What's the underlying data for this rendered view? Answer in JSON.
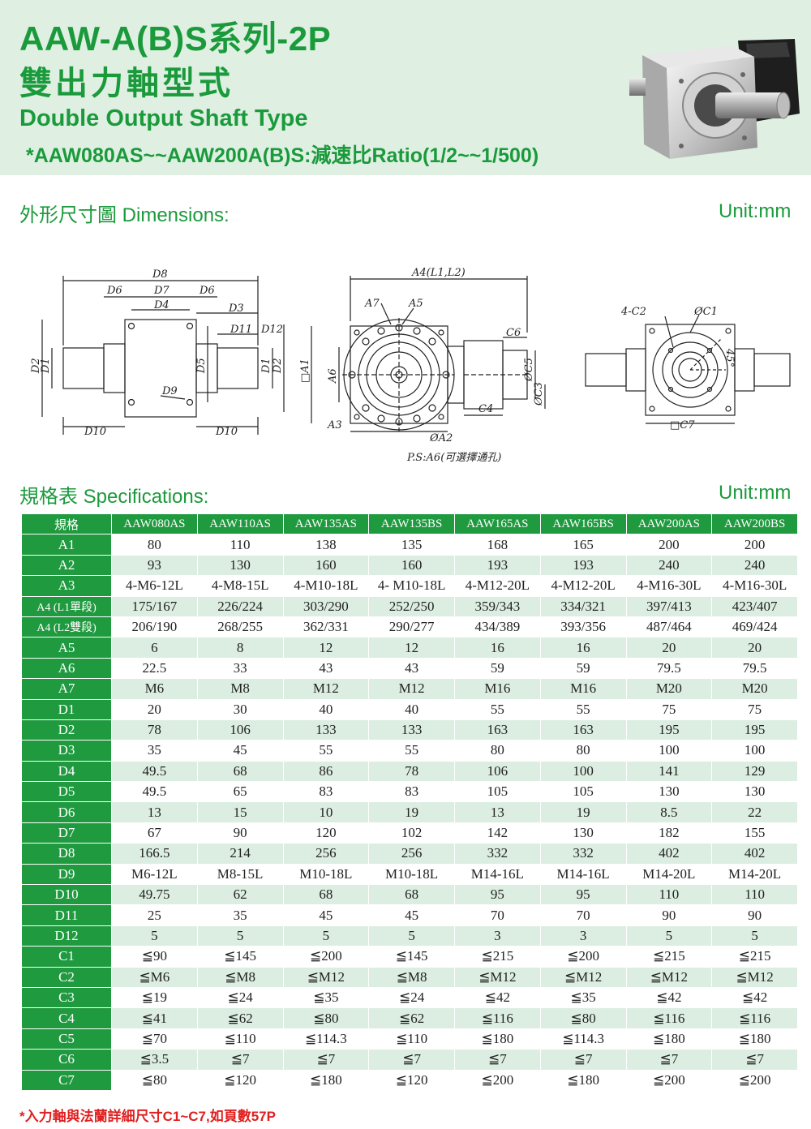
{
  "header": {
    "title_line1": "AAW-A(B)S系列-2P",
    "title_line2": "雙出力軸型式",
    "title_line3": "Double Output Shaft Type",
    "title_line4": "*AAW080AS~~AAW200A(B)S:減速比Ratio(1/2~~1/500)"
  },
  "dimensions_section": {
    "title": "外形尺寸圖 Dimensions:",
    "unit": "Unit:mm"
  },
  "drawing_labels": {
    "d8": "D8",
    "d6": "D6",
    "d7": "D7",
    "d4": "D4",
    "d3": "D3",
    "d11": "D11",
    "d12": "D12",
    "d2": "D2",
    "d1": "D1",
    "d5": "D5",
    "d9": "D9",
    "d10": "D10",
    "a4": "A4(L1,L2)",
    "a7": "A7",
    "a5": "A5",
    "c6": "C6",
    "a1": "□A1",
    "a6": "A6",
    "c5": "ØC5",
    "c3": "ØC3",
    "c4": "C4",
    "a3": "A3",
    "a2": "ØA2",
    "ps": "P.S:A6(可選擇通孔)",
    "c2": "4-C2",
    "c1": "ØC1",
    "c7": "□C7",
    "deg45": "45°"
  },
  "specs_section": {
    "title": "規格表 Specifications:",
    "unit": "Unit:mm"
  },
  "spec_table": {
    "header_label": "規格",
    "models": [
      "AAW080AS",
      "AAW110AS",
      "AAW135AS",
      "AAW135BS",
      "AAW165AS",
      "AAW165BS",
      "AAW200AS",
      "AAW200BS"
    ],
    "rows": [
      {
        "label": "A1",
        "values": [
          "80",
          "110",
          "138",
          "135",
          "168",
          "165",
          "200",
          "200"
        ]
      },
      {
        "label": "A2",
        "values": [
          "93",
          "130",
          "160",
          "160",
          "193",
          "193",
          "240",
          "240"
        ]
      },
      {
        "label": "A3",
        "values": [
          "4-M6-12L",
          "4-M8-15L",
          "4-M10-18L",
          "4- M10-18L",
          "4-M12-20L",
          "4-M12-20L",
          "4-M16-30L",
          "4-M16-30L"
        ]
      },
      {
        "label": "A4 (L1單段)",
        "values": [
          "175/167",
          "226/224",
          "303/290",
          "252/250",
          "359/343",
          "334/321",
          "397/413",
          "423/407"
        ]
      },
      {
        "label": "A4 (L2雙段)",
        "values": [
          "206/190",
          "268/255",
          "362/331",
          "290/277",
          "434/389",
          "393/356",
          "487/464",
          "469/424"
        ]
      },
      {
        "label": "A5",
        "values": [
          "6",
          "8",
          "12",
          "12",
          "16",
          "16",
          "20",
          "20"
        ]
      },
      {
        "label": "A6",
        "values": [
          "22.5",
          "33",
          "43",
          "43",
          "59",
          "59",
          "79.5",
          "79.5"
        ]
      },
      {
        "label": "A7",
        "values": [
          "M6",
          "M8",
          "M12",
          "M12",
          "M16",
          "M16",
          "M20",
          "M20"
        ]
      },
      {
        "label": "D1",
        "values": [
          "20",
          "30",
          "40",
          "40",
          "55",
          "55",
          "75",
          "75"
        ]
      },
      {
        "label": "D2",
        "values": [
          "78",
          "106",
          "133",
          "133",
          "163",
          "163",
          "195",
          "195"
        ]
      },
      {
        "label": "D3",
        "values": [
          "35",
          "45",
          "55",
          "55",
          "80",
          "80",
          "100",
          "100"
        ]
      },
      {
        "label": "D4",
        "values": [
          "49.5",
          "68",
          "86",
          "78",
          "106",
          "100",
          "141",
          "129"
        ]
      },
      {
        "label": "D5",
        "values": [
          "49.5",
          "65",
          "83",
          "83",
          "105",
          "105",
          "130",
          "130"
        ]
      },
      {
        "label": "D6",
        "values": [
          "13",
          "15",
          "10",
          "19",
          "13",
          "19",
          "8.5",
          "22"
        ]
      },
      {
        "label": "D7",
        "values": [
          "67",
          "90",
          "120",
          "102",
          "142",
          "130",
          "182",
          "155"
        ]
      },
      {
        "label": "D8",
        "values": [
          "166.5",
          "214",
          "256",
          "256",
          "332",
          "332",
          "402",
          "402"
        ]
      },
      {
        "label": "D9",
        "values": [
          "M6-12L",
          "M8-15L",
          "M10-18L",
          "M10-18L",
          "M14-16L",
          "M14-16L",
          "M14-20L",
          "M14-20L"
        ]
      },
      {
        "label": "D10",
        "values": [
          "49.75",
          "62",
          "68",
          "68",
          "95",
          "95",
          "110",
          "110"
        ]
      },
      {
        "label": "D11",
        "values": [
          "25",
          "35",
          "45",
          "45",
          "70",
          "70",
          "90",
          "90"
        ]
      },
      {
        "label": "D12",
        "values": [
          "5",
          "5",
          "5",
          "5",
          "3",
          "3",
          "5",
          "5"
        ]
      },
      {
        "label": "C1",
        "values": [
          "≦90",
          "≦145",
          "≦200",
          "≦145",
          "≦215",
          "≦200",
          "≦215",
          "≦215"
        ]
      },
      {
        "label": "C2",
        "values": [
          "≦M6",
          "≦M8",
          "≦M12",
          "≦M8",
          "≦M12",
          "≦M12",
          "≦M12",
          "≦M12"
        ]
      },
      {
        "label": "C3",
        "values": [
          "≦19",
          "≦24",
          "≦35",
          "≦24",
          "≦42",
          "≦35",
          "≦42",
          "≦42"
        ]
      },
      {
        "label": "C4",
        "values": [
          "≦41",
          "≦62",
          "≦80",
          "≦62",
          "≦116",
          "≦80",
          "≦116",
          "≦116"
        ]
      },
      {
        "label": "C5",
        "values": [
          "≦70",
          "≦110",
          "≦114.3",
          "≦110",
          "≦180",
          "≦114.3",
          "≦180",
          "≦180"
        ]
      },
      {
        "label": "C6",
        "values": [
          "≦3.5",
          "≦7",
          "≦7",
          "≦7",
          "≦7",
          "≦7",
          "≦7",
          "≦7"
        ]
      },
      {
        "label": "C7",
        "values": [
          "≦80",
          "≦120",
          "≦180",
          "≦120",
          "≦200",
          "≦180",
          "≦200",
          "≦200"
        ]
      }
    ]
  },
  "footnote": "*入力軸與法蘭詳細尺寸C1~C7,如頁數57P"
}
